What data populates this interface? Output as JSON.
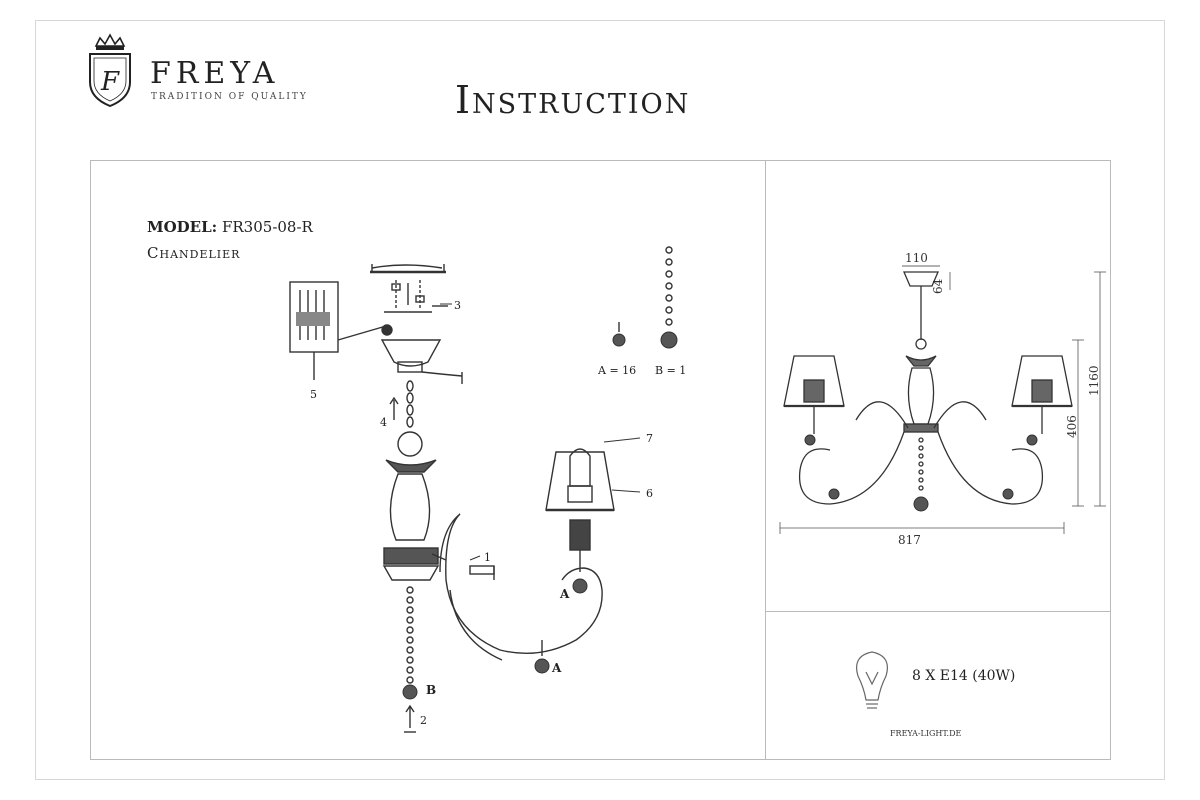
{
  "brand": {
    "name": "FREYA",
    "tagline": "Tradition of quality",
    "monogram": "F"
  },
  "document": {
    "title": "Instruction"
  },
  "model": {
    "label": "MODEL:",
    "code": "FR305-08-R",
    "type": "Chandelier"
  },
  "parts": {
    "callouts": [
      "1",
      "2",
      "3",
      "4",
      "5",
      "6",
      "7"
    ],
    "ball_labels": [
      "A",
      "A",
      "B"
    ],
    "legend": {
      "a_label": "A = 16",
      "b_label": "B = 1"
    }
  },
  "dimensions": {
    "top_width": "110",
    "canopy_height": "64",
    "body_height": "406",
    "total_height": "1160",
    "span": "817"
  },
  "bulb": {
    "icon": "light-bulb-icon",
    "spec": "8 X E14 (40W)"
  },
  "website": "FREYA-LIGHT.DE"
}
